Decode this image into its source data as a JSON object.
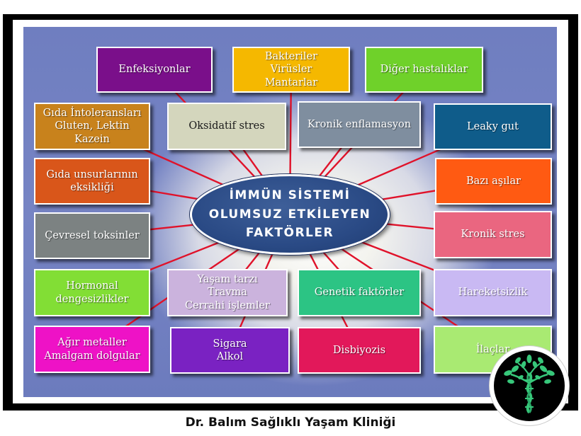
{
  "center": {
    "label": "İMMÜN SİSTEMİ\nOLUMSUZ ETKİLEYEN\nFAKTÖRLER",
    "color": "#2a4a85"
  },
  "boxes": [
    {
      "label": "Enfeksiyonlar",
      "color": "#7a0f8a"
    },
    {
      "label": "Bakteriler\nVirüsler\nMantarlar",
      "color": "#f5b800"
    },
    {
      "label": "Diğer hastalıklar",
      "color": "#6fd12a"
    },
    {
      "label": "Gıda İntoleransları\nGluten, Lektin\nKazein",
      "color": "#c8821c"
    },
    {
      "label": "Oksidatif stres",
      "color": "#d4d6bd"
    },
    {
      "label": "Kronik enflamasyon",
      "color": "#7f8e9f"
    },
    {
      "label": "Leaky gut",
      "color": "#0f5c8a"
    },
    {
      "label": "Gıda unsurlarının\neksikliği",
      "color": "#d9561a"
    },
    {
      "label": "Bazı aşılar",
      "color": "#ff5a12"
    },
    {
      "label": "Çevresel toksinler",
      "color": "#7c8282"
    },
    {
      "label": "Kronik stres",
      "color": "#ea6680"
    },
    {
      "label": "Hormonal\ndengesizlikler",
      "color": "#82de35"
    },
    {
      "label": "Yaşam tarzı\nTravma\nCerrahi işlemler",
      "color": "#cbb3dd"
    },
    {
      "label": "Genetik faktörler",
      "color": "#2cc484"
    },
    {
      "label": "Hareketsizlik",
      "color": "#c9b9f3"
    },
    {
      "label": "Ağır metaller\nAmalgam dolgular",
      "color": "#ee12c6"
    },
    {
      "label": "Sigara\nAlkol",
      "color": "#7a22c2"
    },
    {
      "label": "Disbiyozis",
      "color": "#e2185a"
    },
    {
      "label": "İlaçlar",
      "color": "#a9ea72"
    }
  ],
  "footer": "Dr. Balım Sağlıklı Yaşam Kliniği",
  "logo": {
    "icon": "tree-dna-icon",
    "leaf_color": "#37c77a"
  },
  "ray_color": "#e0122a"
}
